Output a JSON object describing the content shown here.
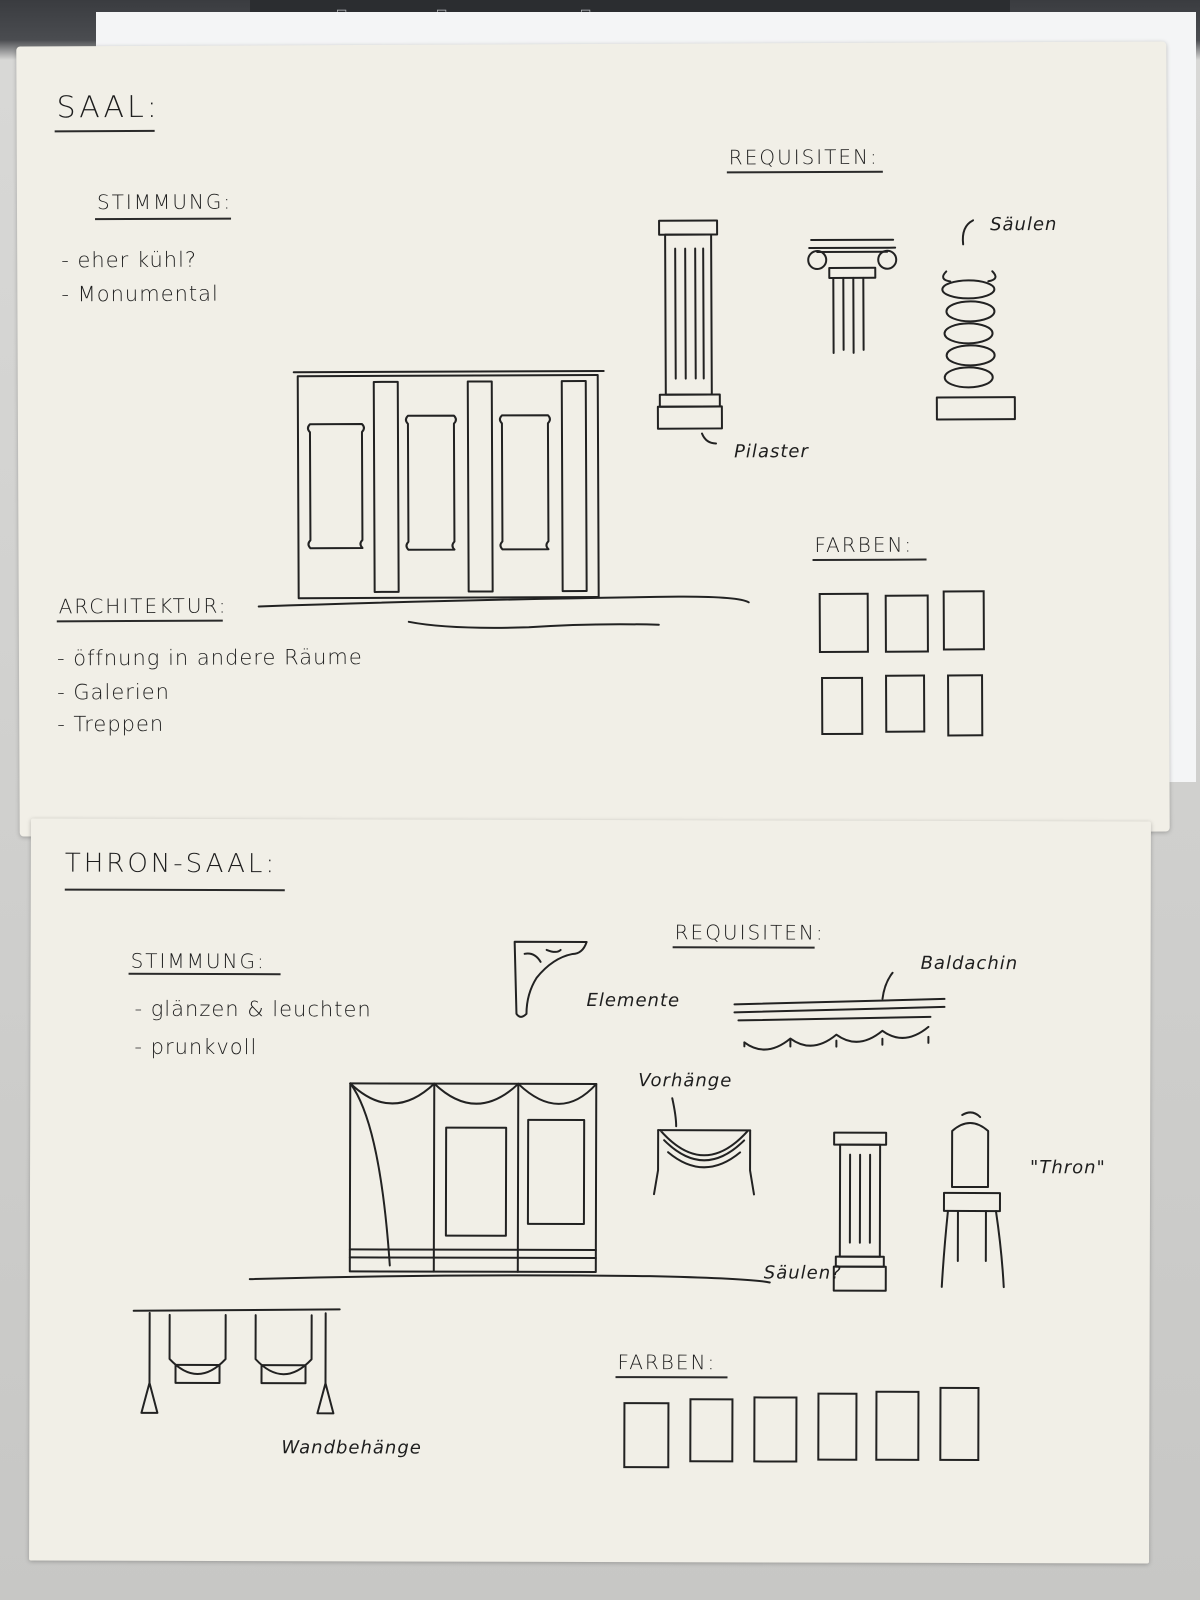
{
  "sheet_top": {
    "title": "SAAL:",
    "stimmung": {
      "heading": "STIMMUNG:",
      "items": [
        "- eher kühl?",
        "- Monumental"
      ]
    },
    "architektur": {
      "heading": "ARCHITEKTUR:",
      "items": [
        "- öffnung in andere Räume",
        "- Galerien",
        "- Treppen"
      ]
    },
    "requisiten": {
      "heading": "REQUISITEN:",
      "labels": {
        "columns": "Säulen",
        "pilaster": "Pilaster"
      }
    },
    "farben": {
      "heading": "FARBEN:",
      "swatch_count": 6
    }
  },
  "sheet_bottom": {
    "title": "THRON-SAAL:",
    "stimmung": {
      "heading": "STIMMUNG:",
      "items": [
        "- glänzen & leuchten",
        "- prunkvoll"
      ]
    },
    "requisiten": {
      "heading": "REQUISITEN:",
      "labels": {
        "elemente": "Elemente",
        "baldachin": "Baldachin",
        "vorhaenge": "Vorhänge",
        "thron": "\"Thron\"",
        "saeulen": "Säulen?",
        "wandbehaenge": "Wandbehänge"
      }
    },
    "farben": {
      "heading": "FARBEN:",
      "swatch_count": 6
    }
  }
}
